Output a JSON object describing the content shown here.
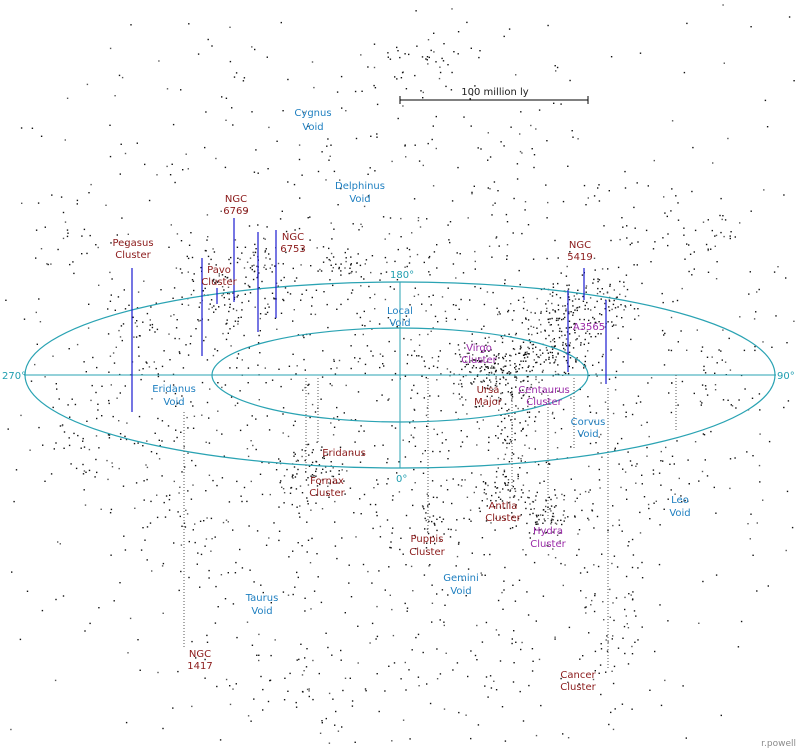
{
  "scale_bar": {
    "label": "100 million ly"
  },
  "degrees": {
    "d270": "270°",
    "d90": "90°",
    "d180": "180°",
    "d0": "0°"
  },
  "credit": "r.powell",
  "labels": {
    "cygnus_void": [
      "Cygnus",
      "Void"
    ],
    "delphinus_void": [
      "Delphinus",
      "Void"
    ],
    "ngc_6769": [
      "NGC",
      "6769"
    ],
    "ngc_6753": [
      "NGC",
      "6753"
    ],
    "pegasus_cluster": [
      "Pegasus",
      "Cluster"
    ],
    "pavo_cluster": [
      "Pavo",
      "Cluster"
    ],
    "ngc_5419": [
      "NGC",
      "5419"
    ],
    "a3565": [
      "A3565"
    ],
    "local_void": [
      "Local",
      "Void"
    ],
    "virgo_cluster": [
      "Virgo",
      "Cluster"
    ],
    "ursa_major": [
      "Ursa",
      "Major"
    ],
    "centaurus_cluster": [
      "Centaurus",
      "Cluster"
    ],
    "eridanus_void": [
      "Eridanus",
      "Void"
    ],
    "eridanus": [
      "Eridanus"
    ],
    "fornax_cluster": [
      "Fornax",
      "Cluster"
    ],
    "corvus_void": [
      "Corvus",
      "Void"
    ],
    "leo_void": [
      "Leo",
      "Void"
    ],
    "antlia_cluster": [
      "Antlia",
      "Cluster"
    ],
    "hydra_cluster": [
      "Hydra",
      "Cluster"
    ],
    "puppis_cluster": [
      "Puppis",
      "Cluster"
    ],
    "gemini_void": [
      "Gemini",
      "Void"
    ],
    "taurus_void": [
      "Taurus",
      "Void"
    ],
    "ngc_1417": [
      "NGC",
      "1417"
    ],
    "cancer_cluster": [
      "Cancer",
      "Cluster"
    ]
  }
}
